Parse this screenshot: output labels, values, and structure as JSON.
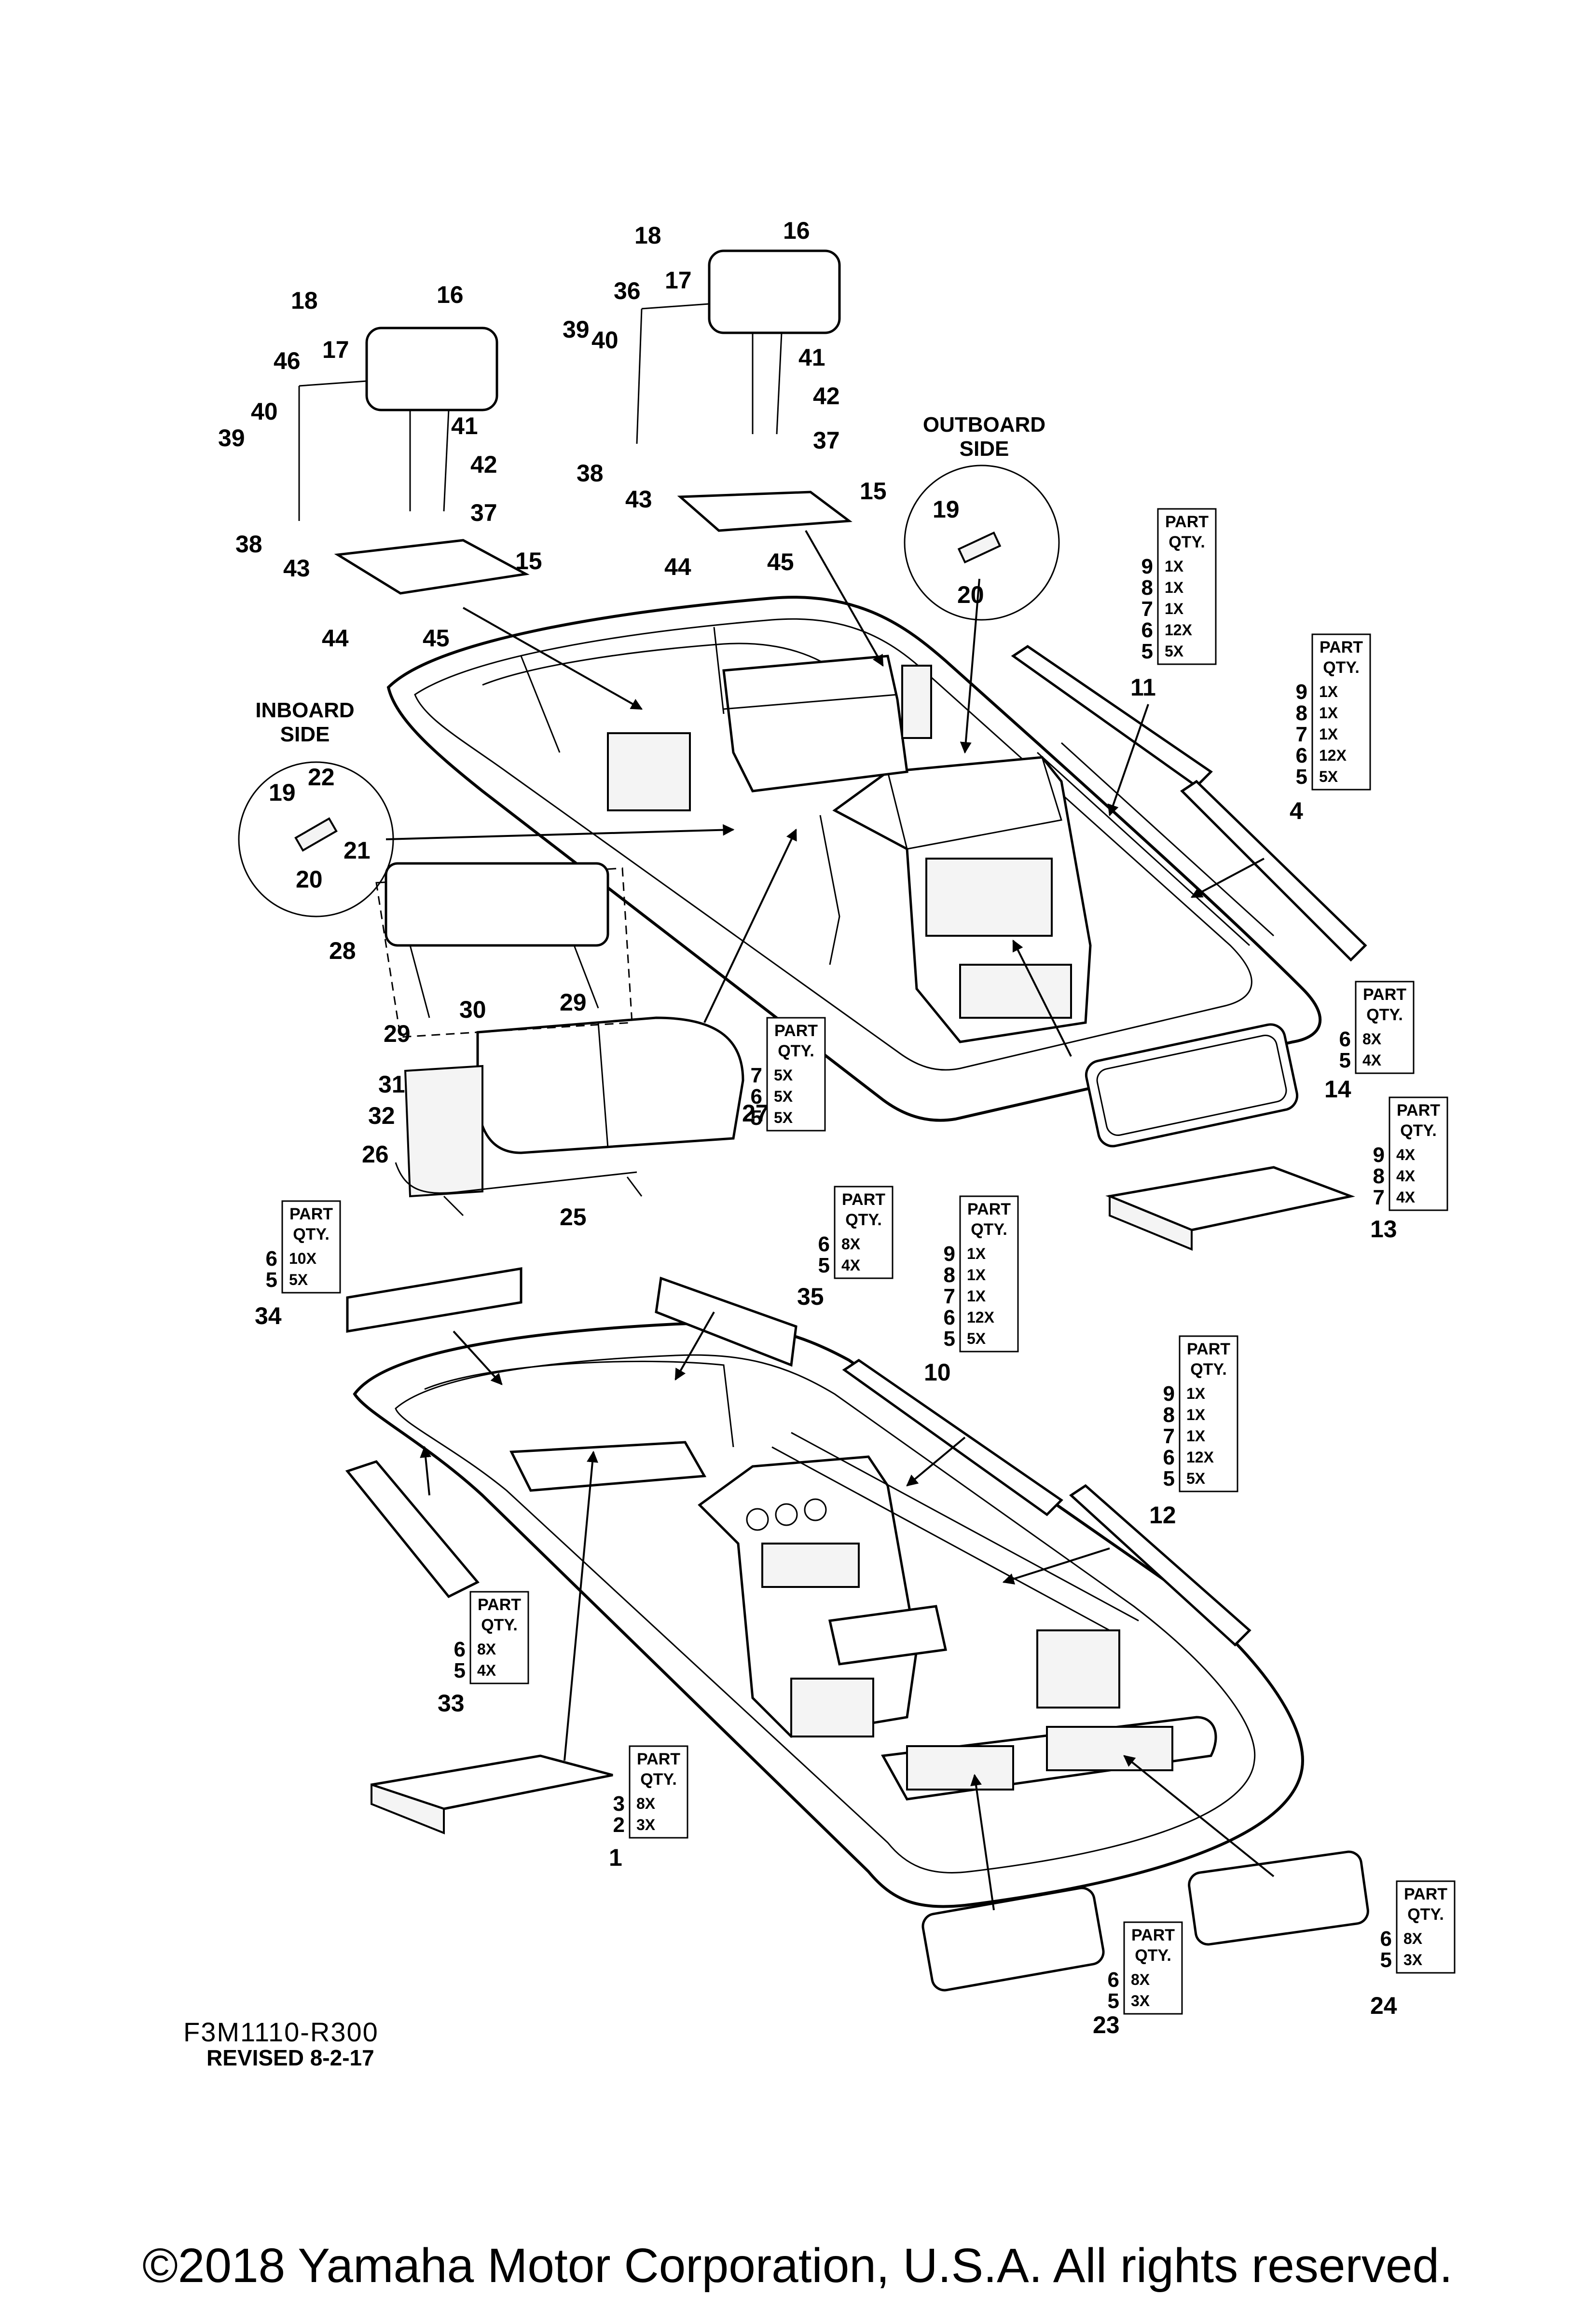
{
  "drawing_code": "F3M1110-R300",
  "revised": "REVISED 8-2-17",
  "copyright": "©2018 Yamaha Motor Corporation, U.S.A. All rights reserved.",
  "side_labels": {
    "outboard": [
      "OUTBOARD",
      "SIDE"
    ],
    "inboard": [
      "INBOARD",
      "SIDE"
    ]
  },
  "table_header": [
    "PART",
    "QTY."
  ],
  "qty_tables": [
    {
      "id": "t11",
      "rows": [
        [
          "9",
          "1X"
        ],
        [
          "8",
          "1X"
        ],
        [
          "7",
          "1X"
        ],
        [
          "6",
          "12X"
        ],
        [
          "5",
          "5X"
        ]
      ]
    },
    {
      "id": "t4",
      "rows": [
        [
          "9",
          "1X"
        ],
        [
          "8",
          "1X"
        ],
        [
          "7",
          "1X"
        ],
        [
          "6",
          "12X"
        ],
        [
          "5",
          "5X"
        ]
      ]
    },
    {
      "id": "t14",
      "rows": [
        [
          "6",
          "8X"
        ],
        [
          "5",
          "4X"
        ]
      ]
    },
    {
      "id": "t13",
      "rows": [
        [
          "9",
          "4X"
        ],
        [
          "8",
          "4X"
        ],
        [
          "7",
          "4X"
        ]
      ]
    },
    {
      "id": "t27",
      "rows": [
        [
          "7",
          "5X"
        ],
        [
          "6",
          "5X"
        ],
        [
          "5",
          "5X"
        ]
      ]
    },
    {
      "id": "t34",
      "rows": [
        [
          "6",
          "10X"
        ],
        [
          "5",
          "5X"
        ]
      ]
    },
    {
      "id": "t35",
      "rows": [
        [
          "6",
          "8X"
        ],
        [
          "5",
          "4X"
        ]
      ]
    },
    {
      "id": "t10",
      "rows": [
        [
          "9",
          "1X"
        ],
        [
          "8",
          "1X"
        ],
        [
          "7",
          "1X"
        ],
        [
          "6",
          "12X"
        ],
        [
          "5",
          "5X"
        ]
      ]
    },
    {
      "id": "t12",
      "rows": [
        [
          "9",
          "1X"
        ],
        [
          "8",
          "1X"
        ],
        [
          "7",
          "1X"
        ],
        [
          "6",
          "12X"
        ],
        [
          "5",
          "5X"
        ]
      ]
    },
    {
      "id": "t33",
      "rows": [
        [
          "6",
          "8X"
        ],
        [
          "5",
          "4X"
        ]
      ]
    },
    {
      "id": "t1",
      "rows": [
        [
          "3",
          "8X"
        ],
        [
          "2",
          "3X"
        ]
      ]
    },
    {
      "id": "t23",
      "rows": [
        [
          "6",
          "8X"
        ],
        [
          "5",
          "3X"
        ]
      ]
    },
    {
      "id": "t24",
      "rows": [
        [
          "6",
          "8X"
        ],
        [
          "5",
          "3X"
        ]
      ]
    }
  ],
  "callouts": [
    {
      "id": "c18a",
      "label": "18"
    },
    {
      "id": "c16a",
      "label": "16"
    },
    {
      "id": "c17a",
      "label": "17"
    },
    {
      "id": "c46",
      "label": "46"
    },
    {
      "id": "c40a",
      "label": "40"
    },
    {
      "id": "c39a",
      "label": "39"
    },
    {
      "id": "c41a",
      "label": "41"
    },
    {
      "id": "c42a",
      "label": "42"
    },
    {
      "id": "c37a",
      "label": "37"
    },
    {
      "id": "c38a",
      "label": "38"
    },
    {
      "id": "c43a",
      "label": "43"
    },
    {
      "id": "c15a",
      "label": "15"
    },
    {
      "id": "c44a",
      "label": "44"
    },
    {
      "id": "c45a",
      "label": "45"
    },
    {
      "id": "c18b",
      "label": "18"
    },
    {
      "id": "c16b",
      "label": "16"
    },
    {
      "id": "c17b",
      "label": "17"
    },
    {
      "id": "c36",
      "label": "36"
    },
    {
      "id": "c40b",
      "label": "40"
    },
    {
      "id": "c39b",
      "label": "39"
    },
    {
      "id": "c41b",
      "label": "41"
    },
    {
      "id": "c42b",
      "label": "42"
    },
    {
      "id": "c37b",
      "label": "37"
    },
    {
      "id": "c38b",
      "label": "38"
    },
    {
      "id": "c43b",
      "label": "43"
    },
    {
      "id": "c15b",
      "label": "15"
    },
    {
      "id": "c44b",
      "label": "44"
    },
    {
      "id": "c45b",
      "label": "45"
    },
    {
      "id": "c19a",
      "label": "19"
    },
    {
      "id": "c20a",
      "label": "20"
    },
    {
      "id": "c22",
      "label": "22"
    },
    {
      "id": "c19b",
      "label": "19"
    },
    {
      "id": "c21",
      "label": "21"
    },
    {
      "id": "c20b",
      "label": "20"
    },
    {
      "id": "c11",
      "label": "11"
    },
    {
      "id": "c4",
      "label": "4"
    },
    {
      "id": "c28",
      "label": "28"
    },
    {
      "id": "c29a",
      "label": "29"
    },
    {
      "id": "c30",
      "label": "30"
    },
    {
      "id": "c29b",
      "label": "29"
    },
    {
      "id": "c31",
      "label": "31"
    },
    {
      "id": "c32",
      "label": "32"
    },
    {
      "id": "c26",
      "label": "26"
    },
    {
      "id": "c25",
      "label": "25"
    },
    {
      "id": "c27",
      "label": "27"
    },
    {
      "id": "c14",
      "label": "14"
    },
    {
      "id": "c13",
      "label": "13"
    },
    {
      "id": "c34",
      "label": "34"
    },
    {
      "id": "c35",
      "label": "35"
    },
    {
      "id": "c10",
      "label": "10"
    },
    {
      "id": "c12",
      "label": "12"
    },
    {
      "id": "c33",
      "label": "33"
    },
    {
      "id": "c1",
      "label": "1"
    },
    {
      "id": "c23",
      "label": "23"
    },
    {
      "id": "c24",
      "label": "24"
    }
  ]
}
